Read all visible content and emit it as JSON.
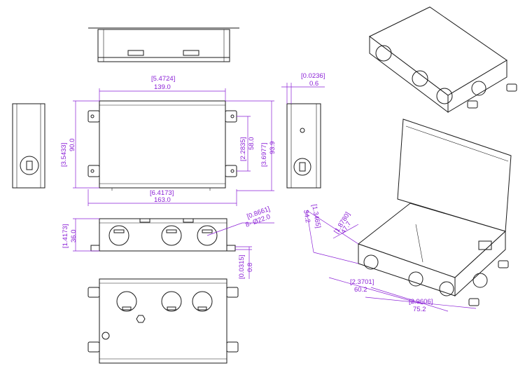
{
  "colors": {
    "dimension": "#8a1fd6",
    "outline": "#1a1a1a",
    "background": "#ffffff"
  },
  "dimensions": {
    "overall_width_in": "[5.4724]",
    "overall_width_mm": "139.0",
    "overall_height_in": "[3.5433]",
    "overall_height_mm": "90.0",
    "tab_span_in": "[6.4173]",
    "tab_span_mm": "163.0",
    "tab_spacing_in": "[2.2835]",
    "tab_spacing_mm": "58.0",
    "depth_with_tabs_in": "[3.6977]",
    "depth_with_tabs_mm": "93.9",
    "wall_thickness_in": "[0.0236]",
    "wall_thickness_mm": "0.6",
    "box_depth_in": "[1.4173]",
    "box_depth_mm": "36.0",
    "knockout_dia_in": "[0.8661]",
    "knockout_spec": "8-  Ø22.0",
    "tab_thickness_in": "[0.0315]",
    "tab_thickness_mm": "0.8",
    "iso_depth_in": "[1.3465]",
    "iso_depth_mm": "34.2",
    "iso_height_in": "[1.8780]",
    "iso_height_mm": "47.7",
    "iso_comp1_in": "[2.3701]",
    "iso_comp1_mm": "60.2",
    "iso_comp2_in": "[2.9606]",
    "iso_comp2_mm": "75.2"
  }
}
